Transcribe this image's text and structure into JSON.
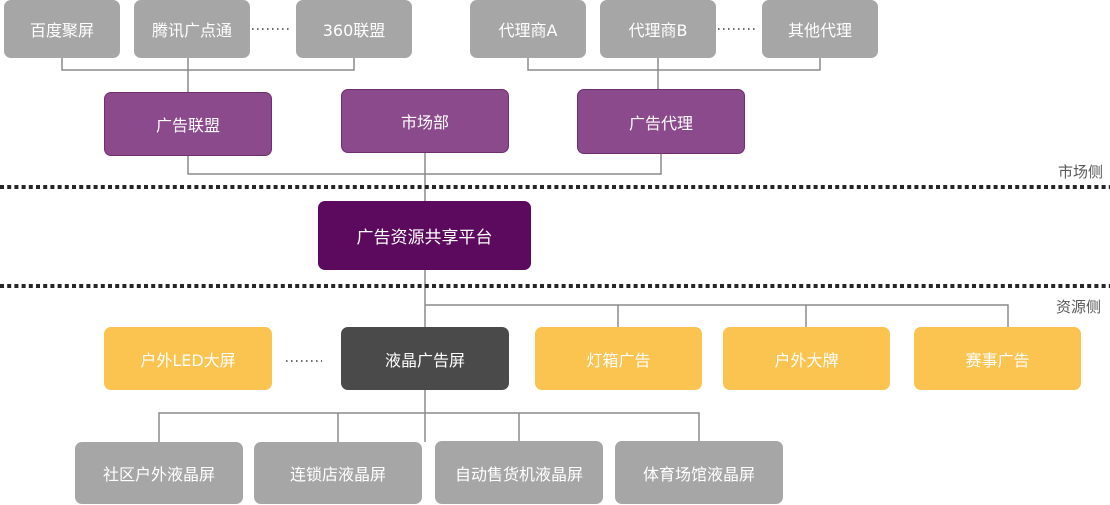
{
  "labels": {
    "market_side": "市场侧",
    "resource_side": "资源侧"
  },
  "nodes": {
    "baidu": "百度聚屏",
    "tencent": "腾讯广点通",
    "union_360": "360联盟",
    "agent_a": "代理商A",
    "agent_b": "代理商B",
    "other_agents": "其他代理",
    "ad_alliance": "广告联盟",
    "marketing_dept": "市场部",
    "ad_agency": "广告代理",
    "platform": "广告资源共享平台",
    "outdoor_led": "户外LED大屏",
    "lcd_screen": "液晶广告屏",
    "lightbox": "灯箱广告",
    "billboard": "户外大牌",
    "sports_ad": "赛事广告",
    "community_lcd": "社区户外液晶屏",
    "chain_store_lcd": "连锁店液晶屏",
    "vending_lcd": "自动售货机液晶屏",
    "gym_lcd": "体育场馆液晶屏"
  },
  "colors": {
    "gray": "#a6a6a6",
    "purple": "#8b4a8c",
    "dark_purple": "#5c0a5e",
    "dark": "#4a4a4a",
    "yellow": "#fbc34f",
    "line": "#8c8c8c"
  }
}
